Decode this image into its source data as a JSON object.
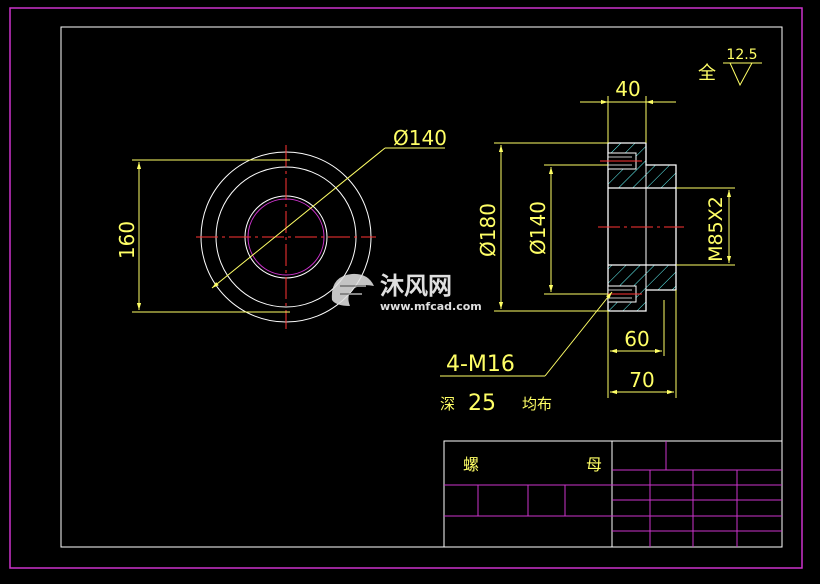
{
  "drawing": {
    "front_view": {
      "outer_diameter_label": "Ø140",
      "height_label": "160"
    },
    "section_view": {
      "width_label": "40",
      "outer_diameter_label": "Ø180",
      "inner_diameter_label": "Ø140",
      "thread_label": "M85X2",
      "hole_spec_label": "4-M16",
      "depth_prefix": "深",
      "depth_value": "25",
      "depth_suffix": "均布",
      "hub_width_label": "60",
      "total_width_label": "70"
    },
    "surface_finish": {
      "prefix": "全",
      "value": "12.5"
    },
    "title_block": {
      "part_name_char1": "螺",
      "part_name_char2": "母"
    },
    "watermark": {
      "brand": "沐风网",
      "url": "www.mfcad.com"
    }
  },
  "colors": {
    "background": "#000000",
    "border": "#cc33cc",
    "outline": "#ffffff",
    "dimension": "#ffff66",
    "centerline": "#ff3333",
    "hatch": "#66ffff",
    "watermark": "#ffffff"
  }
}
